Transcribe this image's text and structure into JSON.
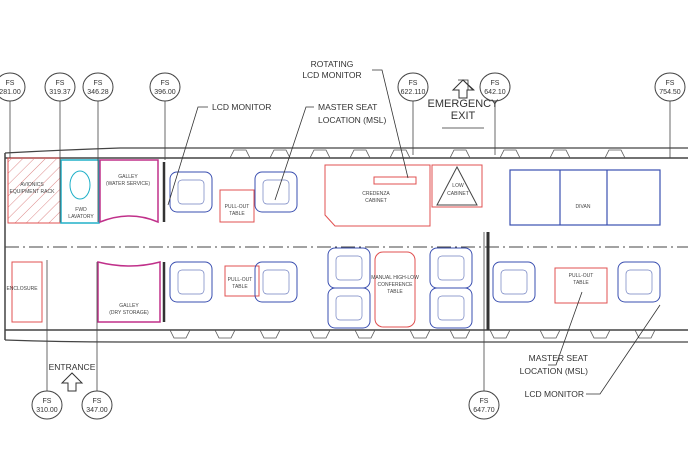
{
  "title": "Cabin Layout",
  "stations": {
    "fs_281": {
      "prefix": "FS",
      "value": "281.00"
    },
    "fs_319": {
      "prefix": "FS",
      "value": "319.37"
    },
    "fs_346": {
      "prefix": "FS",
      "value": "346.28"
    },
    "fs_396": {
      "prefix": "FS",
      "value": "396.00"
    },
    "fs_622": {
      "prefix": "FS",
      "value": "622.110"
    },
    "fs_642": {
      "prefix": "FS",
      "value": "642.10"
    },
    "fs_754": {
      "prefix": "FS",
      "value": "754.50"
    },
    "fs_310": {
      "prefix": "FS",
      "value": "310.00"
    },
    "fs_347": {
      "prefix": "FS",
      "value": "347.00"
    },
    "fs_647": {
      "prefix": "FS",
      "value": "647.70"
    }
  },
  "callouts": {
    "lcd_monitor_top": "LCD MONITOR",
    "msl_top_1": "MASTER SEAT",
    "msl_top_2": "LOCATION (MSL)",
    "rotating_1": "ROTATING",
    "rotating_2": "LCD MONITOR",
    "exit_1": "EMERGENCY",
    "exit_2": "EXIT",
    "entrance": "ENTRANCE",
    "msl_bottom_1": "MASTER SEAT",
    "msl_bottom_2": "LOCATION (MSL)",
    "lcd_monitor_bottom": "LCD MONITOR"
  },
  "areas": {
    "avionics_1": "AVIONICS",
    "avionics_2": "EQUIPMENT RACK",
    "lav_1": "FWD",
    "lav_2": "LAVATORY",
    "galley_water_1": "GALLEY",
    "galley_water_2": "(WATER SERVICE)",
    "pullout_1a": "PULL-OUT",
    "pullout_1b": "TABLE",
    "credenza_1": "CREDENZA",
    "credenza_2": "CABINET",
    "low_cab_1": "LOW",
    "low_cab_2": "CABINET",
    "divan": "DIVAN",
    "enclosure": "ENCLOSURE",
    "galley_dry_1": "GALLEY",
    "galley_dry_2": "(DRY STORAGE)",
    "pullout_2a": "PULL-OUT",
    "pullout_2b": "TABLE",
    "conf_1": "MANUAL HIGH-LOW",
    "conf_2": "CONFERENCE",
    "conf_3": "TABLE",
    "pullout_3a": "PULL-OUT",
    "pullout_3b": "TABLE"
  },
  "colors": {
    "outline": "#444444",
    "red": "#e05050",
    "blue": "#3a4fb0",
    "cyan": "#20b0c8",
    "magenta": "#c0308a"
  }
}
